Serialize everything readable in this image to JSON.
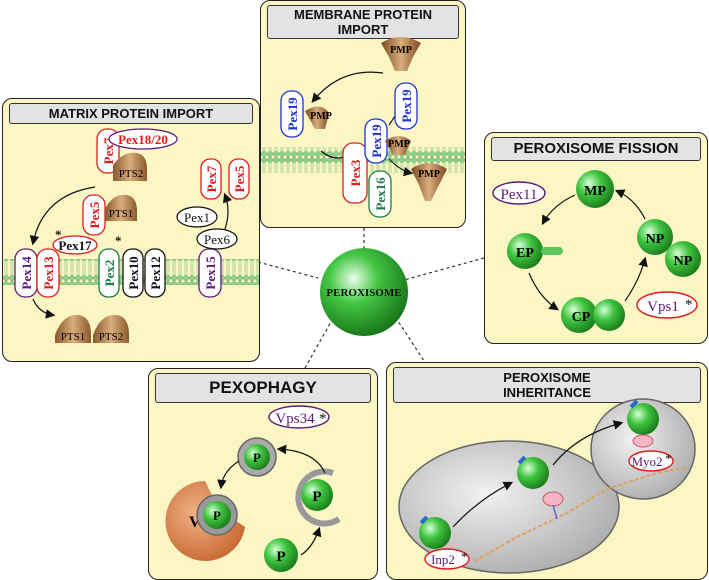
{
  "center": {
    "label": "PEROXISOME"
  },
  "membrane_protein_import": {
    "title": "MEMBRANE PROTEIN IMPORT",
    "pmp_label": "PMP",
    "pex19": "Pex19",
    "pex3": "Pex3",
    "pex16": "Pex16",
    "asterisk": "*"
  },
  "matrix_protein_import": {
    "title": "MATRIX PROTEIN IMPORT",
    "pex7": "Pex7",
    "pex18_20": "Pex18/20",
    "pts2": "PTS2",
    "pex5": "Pex5",
    "pts1": "PTS1",
    "pex17": "Pex17",
    "pex14": "Pex14",
    "pex13": "Pex13",
    "pex2": "Pex2",
    "pex10": "Pex10",
    "pex12": "Pex12",
    "pex15": "Pex15",
    "pex1": "Pex1",
    "pex6": "Pex6",
    "asterisk": "*"
  },
  "peroxisome_fission": {
    "title": "PEROXISOME FISSION",
    "pex11": "Pex11",
    "mp": "MP",
    "ep": "EP",
    "np": "NP",
    "cp": "CP",
    "vps1": "Vps1",
    "asterisk": "*"
  },
  "pexophagy": {
    "title": "PEXOPHAGY",
    "vps34": "Vps34",
    "p": "P",
    "v": "V",
    "asterisk": "*"
  },
  "peroxisome_inheritance": {
    "title_line1": "PEROXISOME",
    "title_line2": "INHERITANCE",
    "myo2": "Myo2",
    "inp2": "Inp2",
    "asterisk": "*"
  },
  "colors": {
    "panel_fill": "#fbf6c4",
    "title_fill": "#e3e3e3",
    "red": "#e01b1b",
    "blue": "#1a33cc",
    "green": "#1e7a4a",
    "purple": "#5b1a7a",
    "peroxisome_green": "#2fb52f",
    "membrane_green": "#8fd28f"
  }
}
